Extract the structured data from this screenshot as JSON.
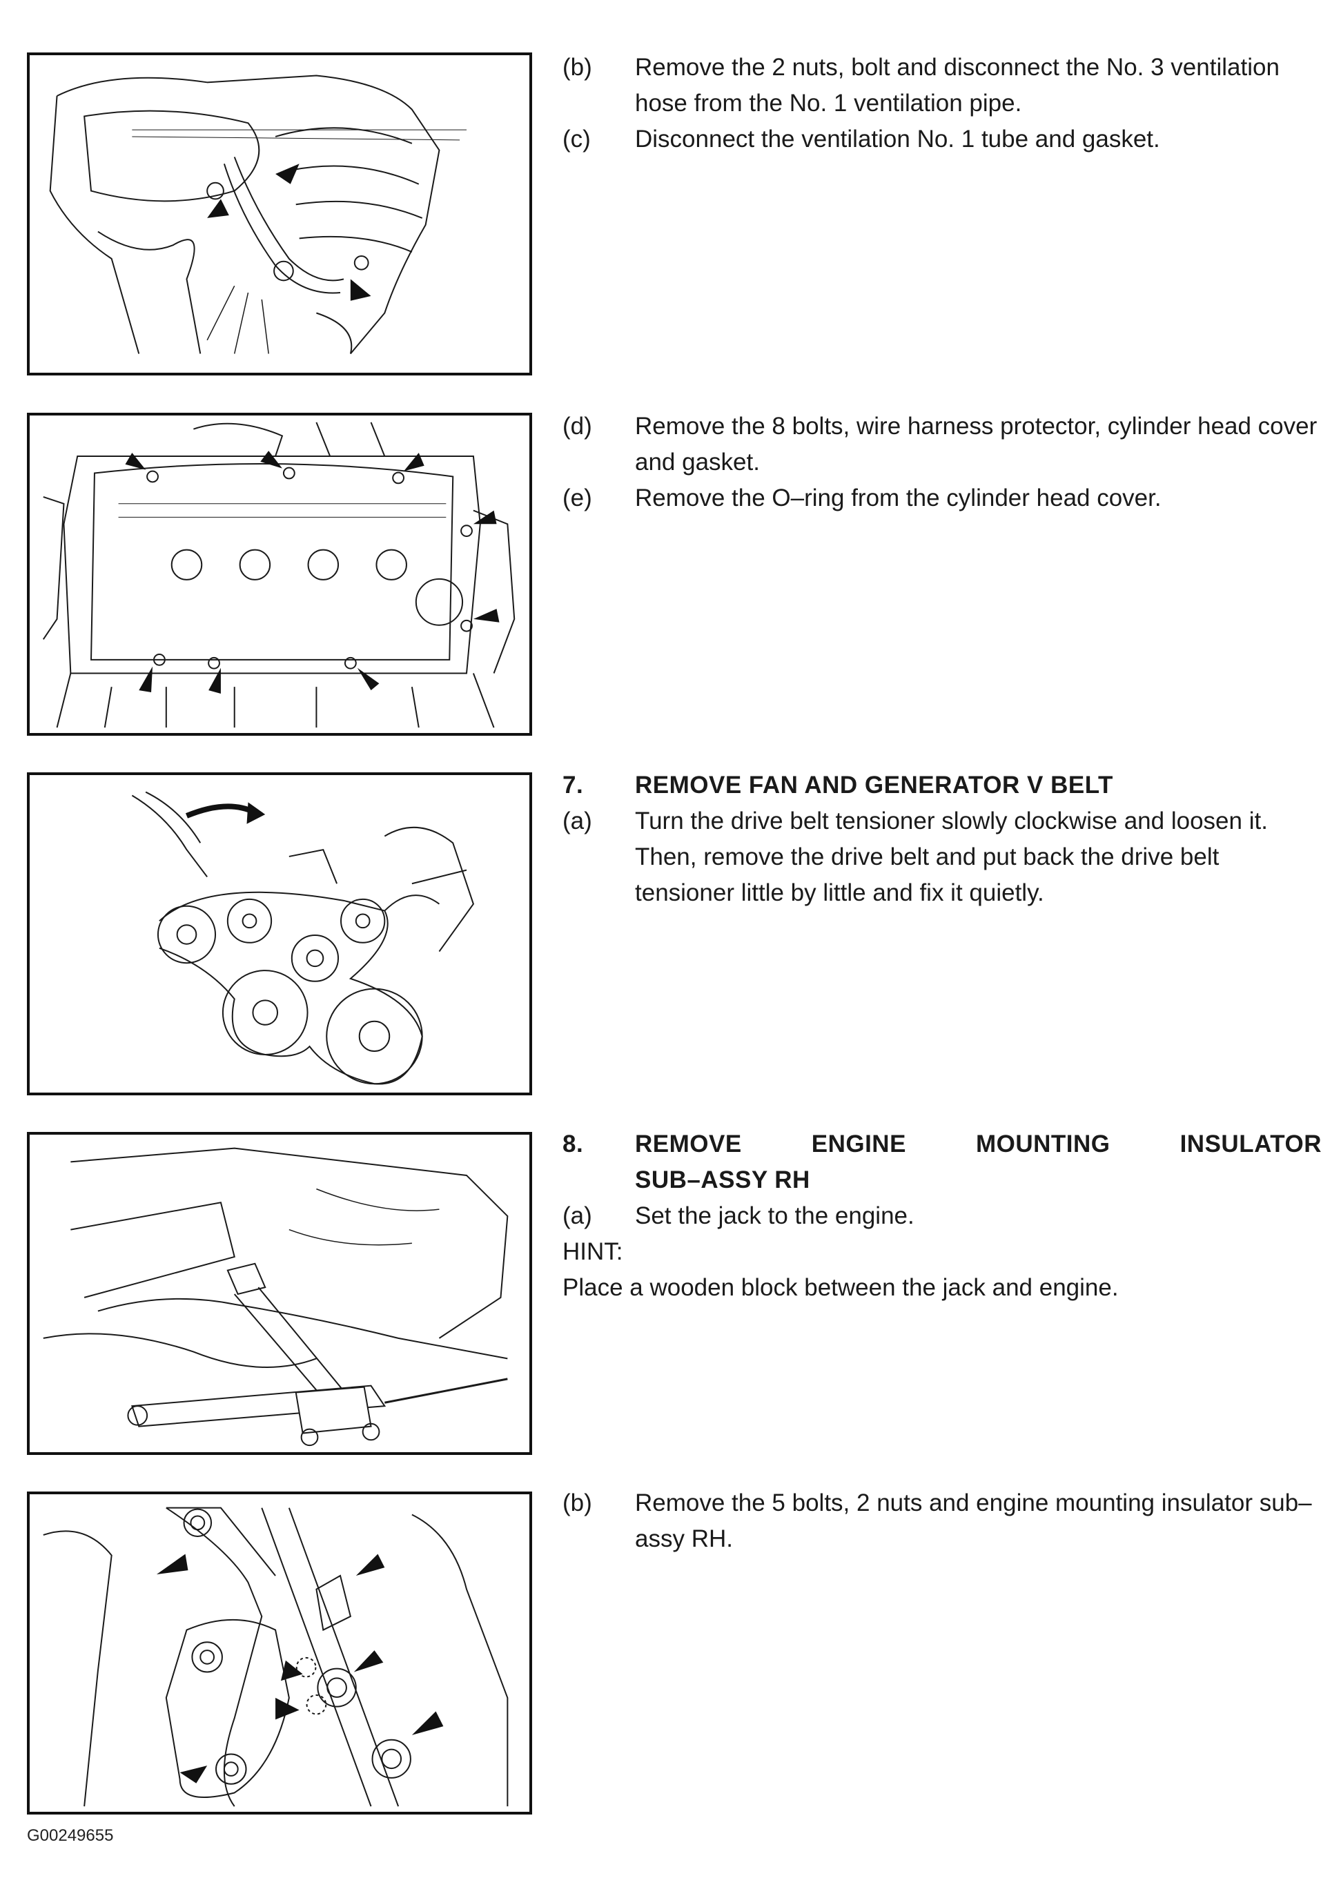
{
  "blocks": [
    {
      "steps": [
        {
          "label": "(b)",
          "text": "Remove the 2 nuts, bolt and disconnect the No. 3 ventilation hose from the No. 1 ventilation pipe."
        },
        {
          "label": "(c)",
          "text": "Disconnect the ventilation No. 1 tube and gasket."
        }
      ]
    },
    {
      "steps": [
        {
          "label": "(d)",
          "text": "Remove the 8 bolts, wire harness protector, cylinder head cover and gasket."
        },
        {
          "label": "(e)",
          "text": "Remove the O–ring from the cylinder head cover."
        }
      ]
    },
    {
      "heading": {
        "number": "7.",
        "title": "REMOVE FAN AND GENERATOR V BELT"
      },
      "steps": [
        {
          "label": "(a)",
          "text": "Turn the drive belt tensioner slowly clockwise and loosen it. Then, remove the drive belt and put back the drive belt tensioner little by little and fix it quietly."
        }
      ]
    },
    {
      "heading": {
        "number": "8.",
        "title_line1": "REMOVE ENGINE MOUNTING INSULATOR",
        "title_line2": "SUB–ASSY RH"
      },
      "steps": [
        {
          "label": "(a)",
          "text": "Set the jack to the engine."
        }
      ],
      "hint_label": "HINT:",
      "hint_text": "Place a wooden block between the jack and engine."
    },
    {
      "steps": [
        {
          "label": "(b)",
          "text": "Remove the 5 bolts, 2 nuts and engine mounting insulator sub–assy RH."
        }
      ]
    }
  ],
  "figure_code": "G00249655",
  "colors": {
    "ink": "#1a1a1a",
    "frame": "#111111",
    "paper": "#ffffff"
  }
}
